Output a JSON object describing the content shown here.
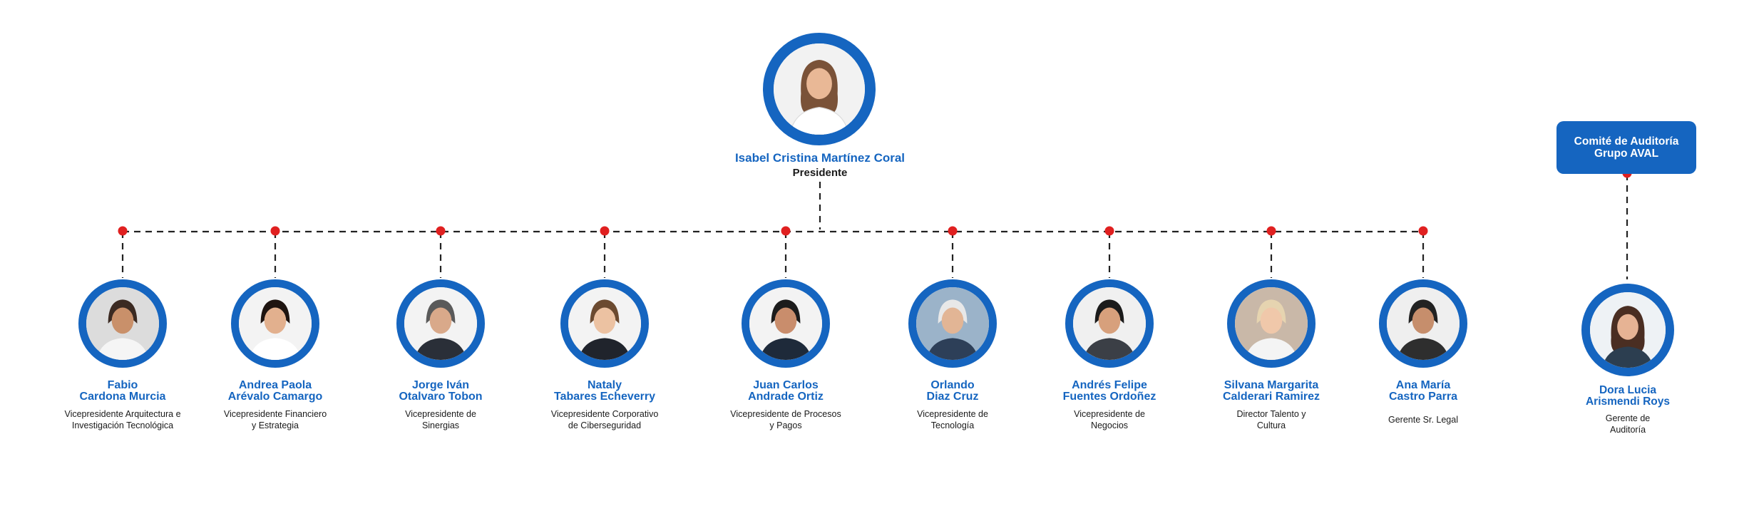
{
  "colors": {
    "accent": "#1565c0",
    "connector_dot": "#e02020",
    "connector_line": "#222222",
    "text": "#1a1a1a"
  },
  "president": {
    "name": "Isabel Cristina Martínez Coral",
    "role": "Presidente",
    "photo": "person-photo"
  },
  "committee": {
    "label_line1": "Comité de Auditoría",
    "label_line2": "Grupo AVAL"
  },
  "auditor": {
    "name_line1": "Dora Lucia",
    "name_line2": "Arismendi Roys",
    "role_line1": "Gerente de",
    "role_line2": "Auditoría"
  },
  "reports": [
    {
      "name_line1": "Fabio",
      "name_line2": "Cardona Murcia",
      "role_line1": "Vicepresidente Arquitectura e",
      "role_line2": "Investigación Tecnológica"
    },
    {
      "name_line1": "Andrea Paola",
      "name_line2": "Arévalo Camargo",
      "role_line1": "Vicepresidente Financiero",
      "role_line2": "y Estrategia"
    },
    {
      "name_line1": "Jorge Iván",
      "name_line2": "Otalvaro Tobon",
      "role_line1": "Vicepresidente de",
      "role_line2": "Sinergias"
    },
    {
      "name_line1": "Nataly",
      "name_line2": "Tabares Echeverry",
      "role_line1": "Vicepresidente Corporativo",
      "role_line2": "de Ciberseguridad"
    },
    {
      "name_line1": "Juan Carlos",
      "name_line2": "Andrade Ortiz",
      "role_line1": "Vicepresidente de Procesos",
      "role_line2": "y Pagos"
    },
    {
      "name_line1": "Orlando",
      "name_line2": "Diaz Cruz",
      "role_line1": "Vicepresidente de",
      "role_line2": "Tecnología"
    },
    {
      "name_line1": "Andrés Felipe",
      "name_line2": "Fuentes Ordoñez",
      "role_line1": "Vicepresidente de",
      "role_line2": "Negocios"
    },
    {
      "name_line1": "Silvana Margarita",
      "name_line2": "Calderari Ramirez",
      "role_line1": "Director Talento y",
      "role_line2": "Cultura"
    },
    {
      "name_line1": "Ana María",
      "name_line2": "Castro Parra",
      "role_line1": "Gerente Sr. Legal",
      "role_line2": ""
    }
  ]
}
